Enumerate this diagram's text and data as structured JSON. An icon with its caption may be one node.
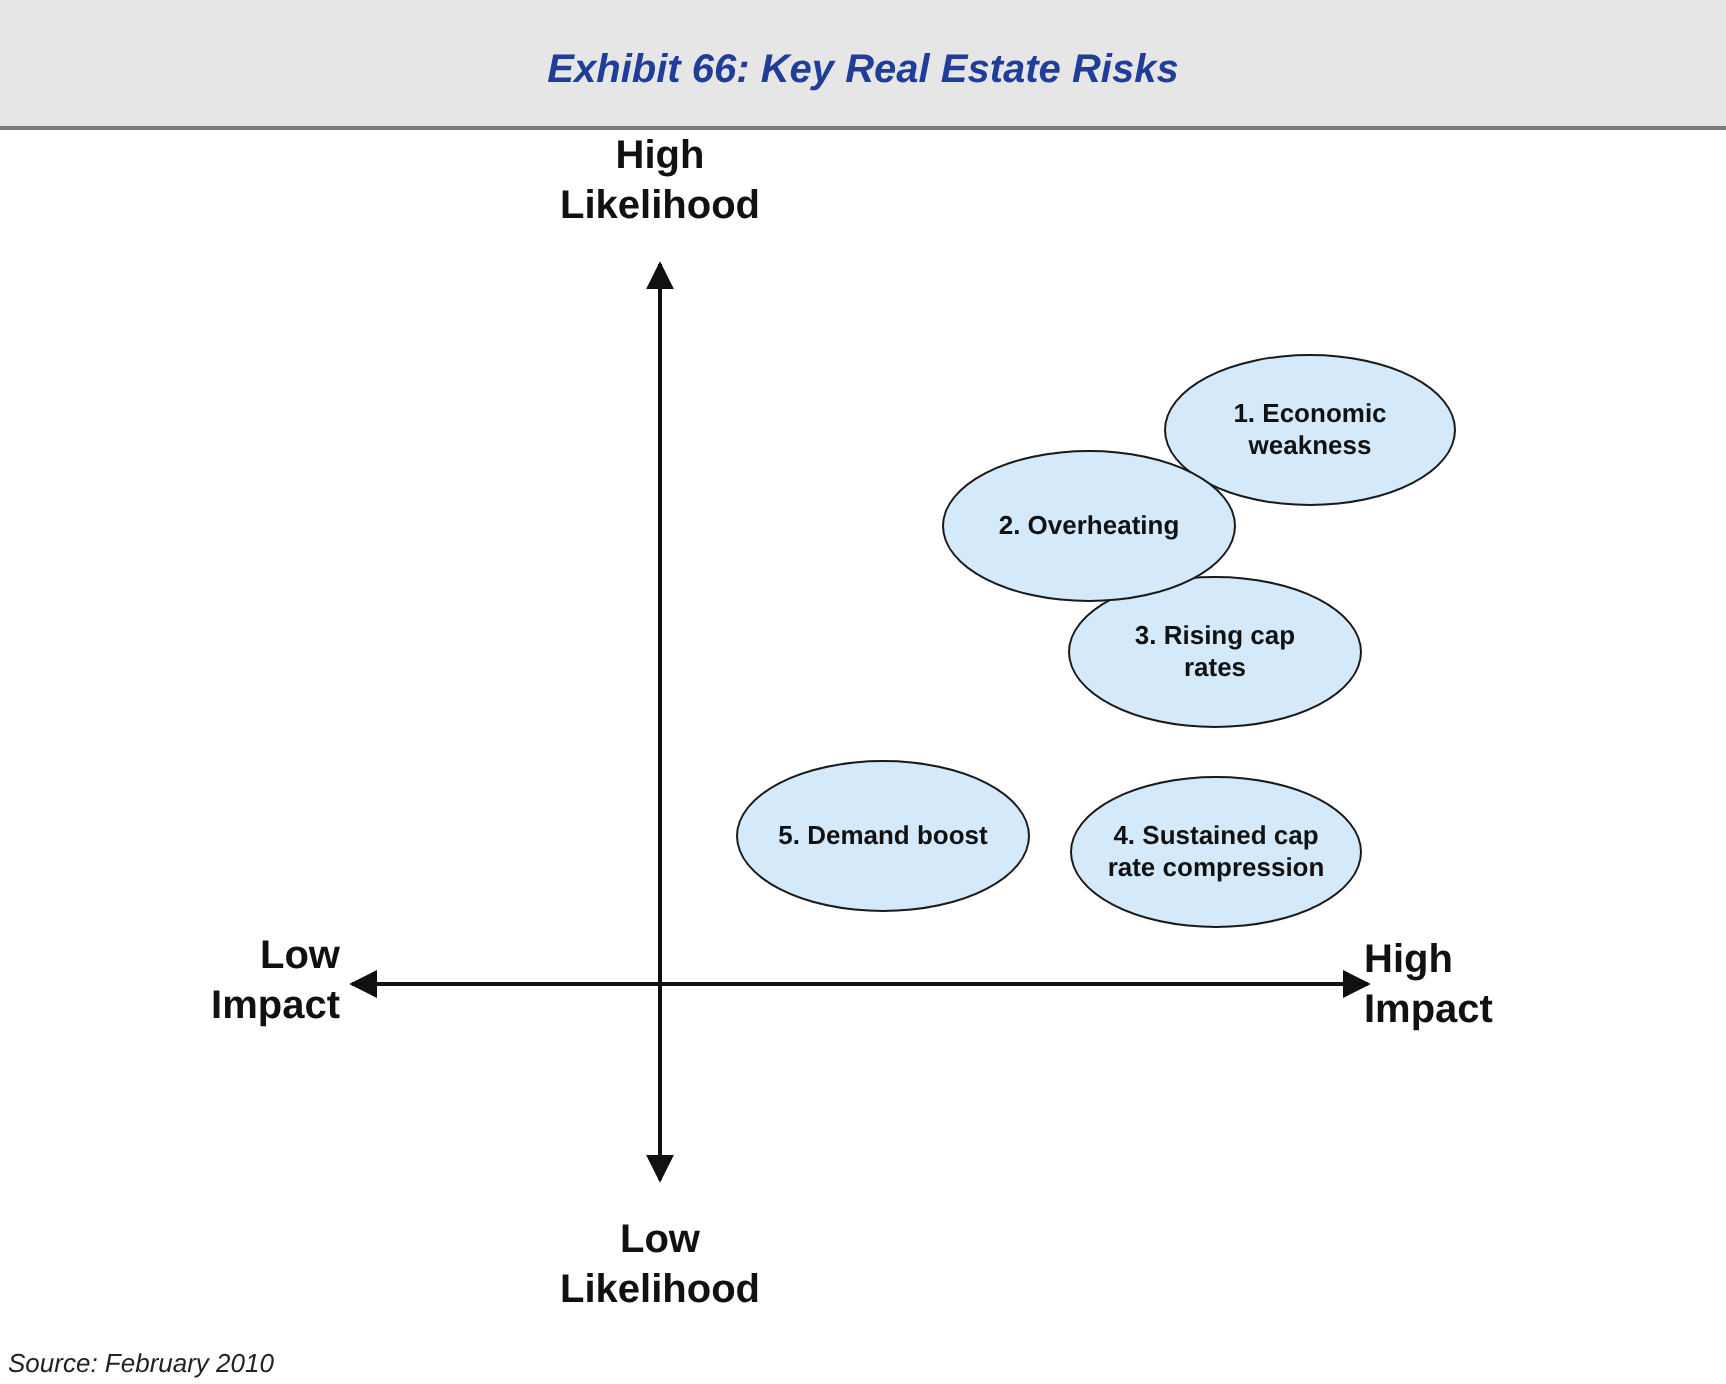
{
  "diagram": {
    "title": "Exhibit 66:  Key Real Estate Risks",
    "caption": "Source: February 2010",
    "nodes": [
      {
        "text": [
          "1. Economic weakness"
        ]
      },
      {
        "text": [
          "2. Overheating"
        ]
      },
      {
        "text": [
          "3. Rising cap rates"
        ]
      },
      {
        "text": [
          "5. Demand boost"
        ]
      },
      {
        "text": [
          "4. Sustained cap rate compression"
        ]
      }
    ],
    "labels": [
      "High Likelihood",
      "Low Impact",
      "High Impact",
      "Low Likelihood"
    ]
  }
}
